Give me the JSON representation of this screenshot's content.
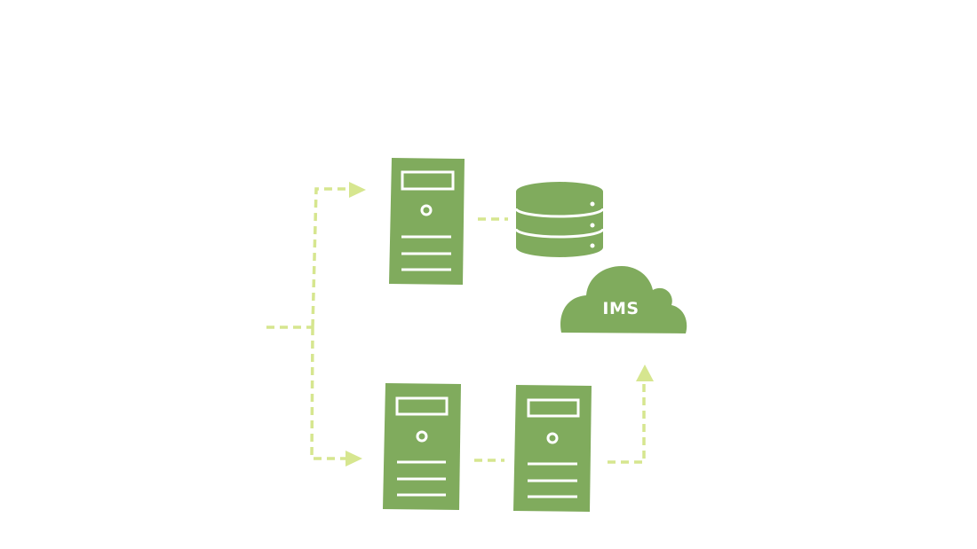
{
  "colors": {
    "node_fill": "#80ab5d",
    "node_detail": "#ffffff",
    "connector": "#d6e68f",
    "cloud_text": "#ffffff"
  },
  "nodes": [
    {
      "id": "server-top",
      "icon": "server-tower-icon"
    },
    {
      "id": "database",
      "icon": "database-icon"
    },
    {
      "id": "cloud",
      "icon": "cloud-icon",
      "label": "IMS"
    },
    {
      "id": "server-bottom-left",
      "icon": "server-tower-icon"
    },
    {
      "id": "server-bottom-right",
      "icon": "server-tower-icon"
    }
  ],
  "edges": [
    {
      "from": "input",
      "to": "server-top",
      "style": "dashed",
      "arrow": true
    },
    {
      "from": "input",
      "to": "server-bottom-left",
      "style": "dashed",
      "arrow": true
    },
    {
      "from": "server-top",
      "to": "database",
      "style": "dashed",
      "arrow": false
    },
    {
      "from": "server-bottom-left",
      "to": "server-bottom-right",
      "style": "dashed",
      "arrow": false
    },
    {
      "from": "server-bottom-right",
      "to": "cloud",
      "style": "dashed",
      "arrow": true
    }
  ]
}
